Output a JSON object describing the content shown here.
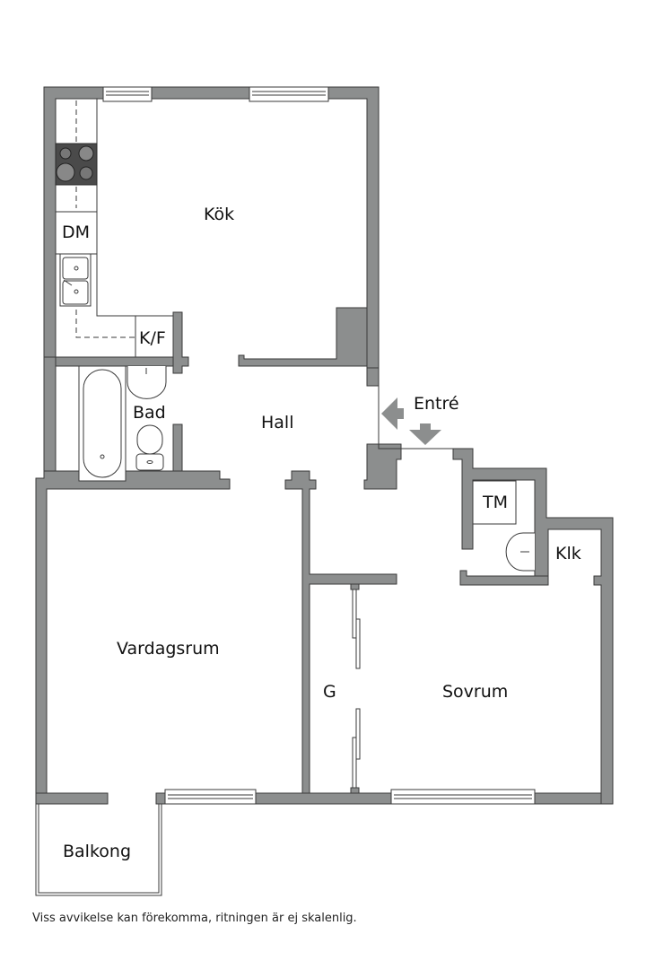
{
  "plan": {
    "wall_color": "#8c8e8e",
    "wall_stroke": "#3a3a3a",
    "background": "#ffffff",
    "rooms": {
      "kok": "Kök",
      "dm": "DM",
      "kf": "K/F",
      "bad": "Bad",
      "hall": "Hall",
      "entre": "Entré",
      "tm": "TM",
      "klk": "Klk",
      "vardagsrum": "Vardagsrum",
      "g": "G",
      "sovrum": "Sovrum",
      "balkong": "Balkong"
    },
    "fixtures": [
      "stovetop",
      "sink",
      "bathtub",
      "washbasin",
      "toilet",
      "washbasin-tm",
      "sliding-wardrobe-doors",
      "windows",
      "entrance-arrows"
    ]
  },
  "footer": {
    "disclaimer": "Viss avvikelse kan förekomma, ritningen är ej skalenlig."
  }
}
